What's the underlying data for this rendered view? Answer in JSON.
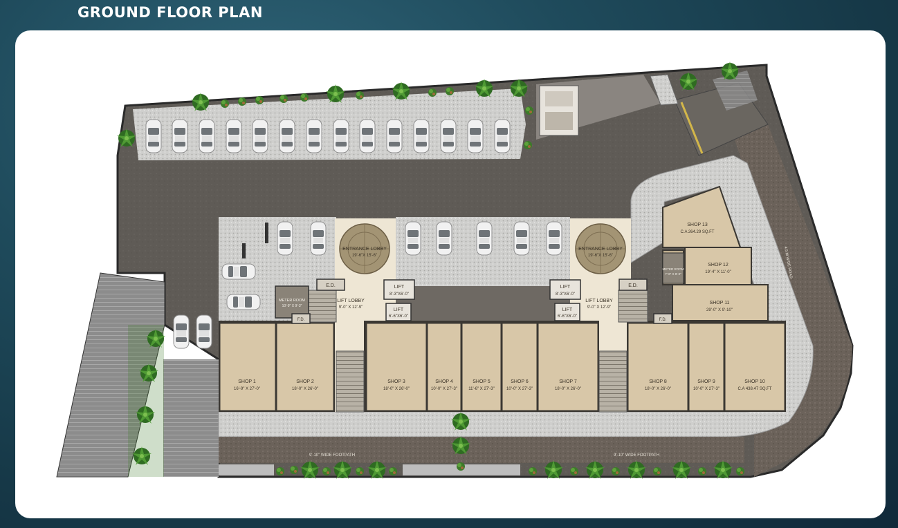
{
  "page_title": "GROUND FLOOR PLAN",
  "colors": {
    "background": "#1f4b5c",
    "panel": "#ffffff",
    "paving": "#5e5a55",
    "gravel": "#c9c9c7",
    "shop_floor": "#d8c7a8",
    "lobby_floor": "#eee6d4",
    "foliage": "#3f7d2c"
  },
  "shops": [
    {
      "name": "SHOP 1",
      "size": "16'-9\" X 27'-0\""
    },
    {
      "name": "SHOP 2",
      "size": "18'-0\" X 26'-0\""
    },
    {
      "name": "SHOP 3",
      "size": "18'-0\" X 26'-0\""
    },
    {
      "name": "SHOP 4",
      "size": "10'-0\" X 27'-3\""
    },
    {
      "name": "SHOP 5",
      "size": "11'-6\" X 27'-3\""
    },
    {
      "name": "SHOP 6",
      "size": "10'-0\" X 27'-3\""
    },
    {
      "name": "SHOP 7",
      "size": "18'-0\" X 26'-0\""
    },
    {
      "name": "SHOP 8",
      "size": "18'-0\" X 26'-0\""
    },
    {
      "name": "SHOP 9",
      "size": "10'-0\" X 27'-3\""
    },
    {
      "name": "SHOP 10",
      "size": "C.A 438.47 SQ.FT"
    },
    {
      "name": "SHOP 11",
      "size": "29'-0\" X 9'-10\""
    },
    {
      "name": "SHOP 12",
      "size": "19'-4\" X 11'-0\""
    },
    {
      "name": "SHOP 13",
      "size": "C.A 264.29 SQ.FT"
    }
  ],
  "lobbies": [
    {
      "entrance": "ENTRANCE LOBBY",
      "entrance_size": "19'-6\"X 15'-6\"",
      "lift_lobby": "LIFT LOBBY",
      "lift_lobby_size": "9'-0\" X 12'-9\""
    },
    {
      "entrance": "ENTRANCE LOBBY",
      "entrance_size": "19'-6\"X 15'-6\"",
      "lift_lobby": "LIFT LOBBY",
      "lift_lobby_size": "9'-0\" X 12'-9\""
    }
  ],
  "lifts": [
    {
      "label": "LIFT",
      "size": "8'-3\"X6'-0\""
    },
    {
      "label": "LIFT",
      "size": "6'-6\"X6'-0\""
    },
    {
      "label": "LIFT",
      "size": "8'-3\"X6'-0\""
    },
    {
      "label": "LIFT",
      "size": "6'-6\"X6'-0\""
    }
  ],
  "utilities": {
    "ed": "E.D.",
    "fd": "F.D.",
    "meter_room": "METER ROOM",
    "meter_room_size": "10'-9\" X 9'-3\"",
    "meter_room_2": "METER ROOM",
    "meter_room_2_size": "7'-6\" X 8'-0\""
  },
  "footpaths": {
    "left": "9'-10\" WIDE FOOTPATH",
    "right": "9'-10\" WIDE FOOTPATH",
    "road": "4.5 M WIDE ROAD"
  }
}
